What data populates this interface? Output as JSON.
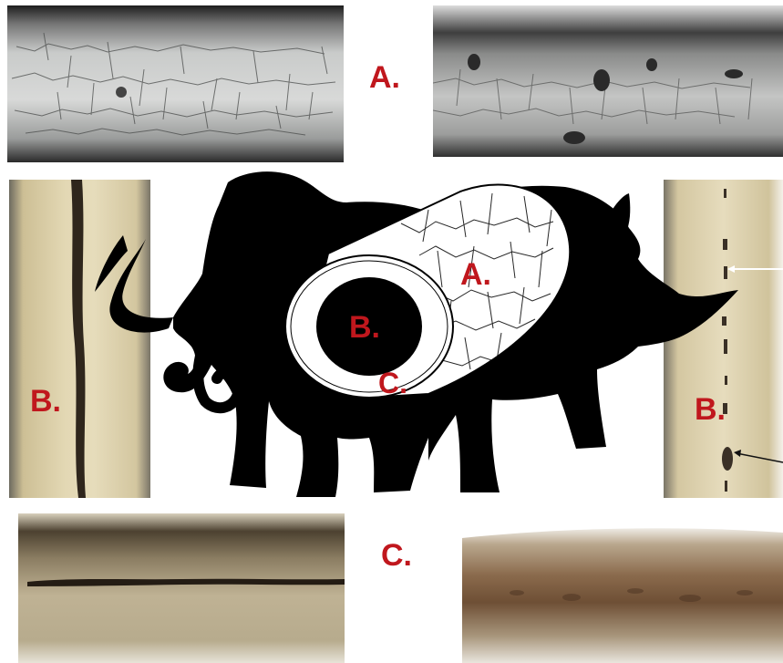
{
  "labels": {
    "cuticle_top": "A.",
    "medulla_left": "B.",
    "medulla_right": "B.",
    "cortex_bottom": "C.",
    "diagram_cuticle": "A.",
    "diagram_medulla": "B.",
    "diagram_cortex": "C."
  },
  "colors": {
    "label_red": "#c0171d",
    "silhouette": "#000000",
    "hair_tan": "#d8cba0",
    "cortex_brown": "#7a5a3a"
  },
  "icons": {
    "mammoth": "mammoth-silhouette-icon",
    "rhino": "woolly-rhino-silhouette-icon",
    "hair_cross_section": "hair-cross-section-icon"
  }
}
